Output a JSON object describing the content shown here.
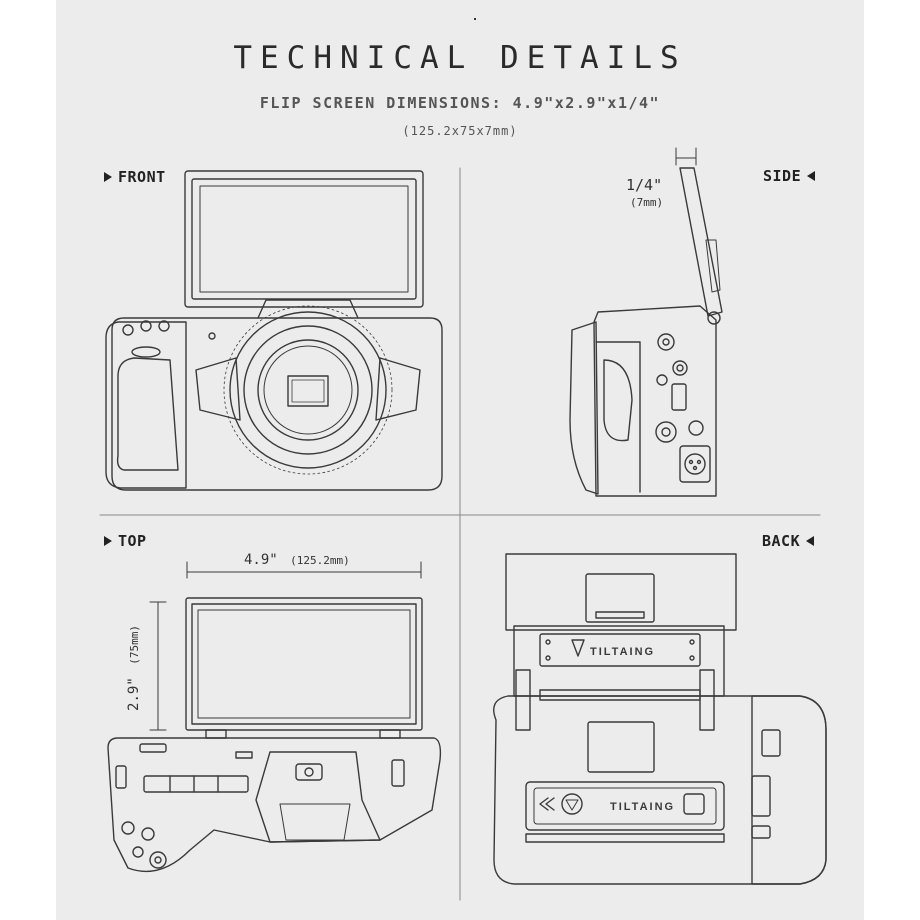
{
  "header": {
    "title": "TECHNICAL DETAILS",
    "subtitle": "FLIP SCREEN DIMENSIONS: 4.9\"x2.9\"x1/4\"",
    "metric": "(125.2x75x7mm)"
  },
  "views": {
    "front": "FRONT",
    "side": "SIDE",
    "top": "TOP",
    "back": "BACK"
  },
  "dimensions": {
    "thickness": "1/4\"",
    "thickness_mm": "(7mm)",
    "width_in": "4.9\"",
    "width_mm": "(125.2mm)",
    "height_in": "2.9\"",
    "height_mm": "(75mm)"
  },
  "branding": {
    "brand_screen": "TILTAING",
    "brand_handle": "TILTAING"
  },
  "colors": {
    "line": "#3a3a3a",
    "background": "#ececec",
    "text": "#2a2a2a"
  }
}
